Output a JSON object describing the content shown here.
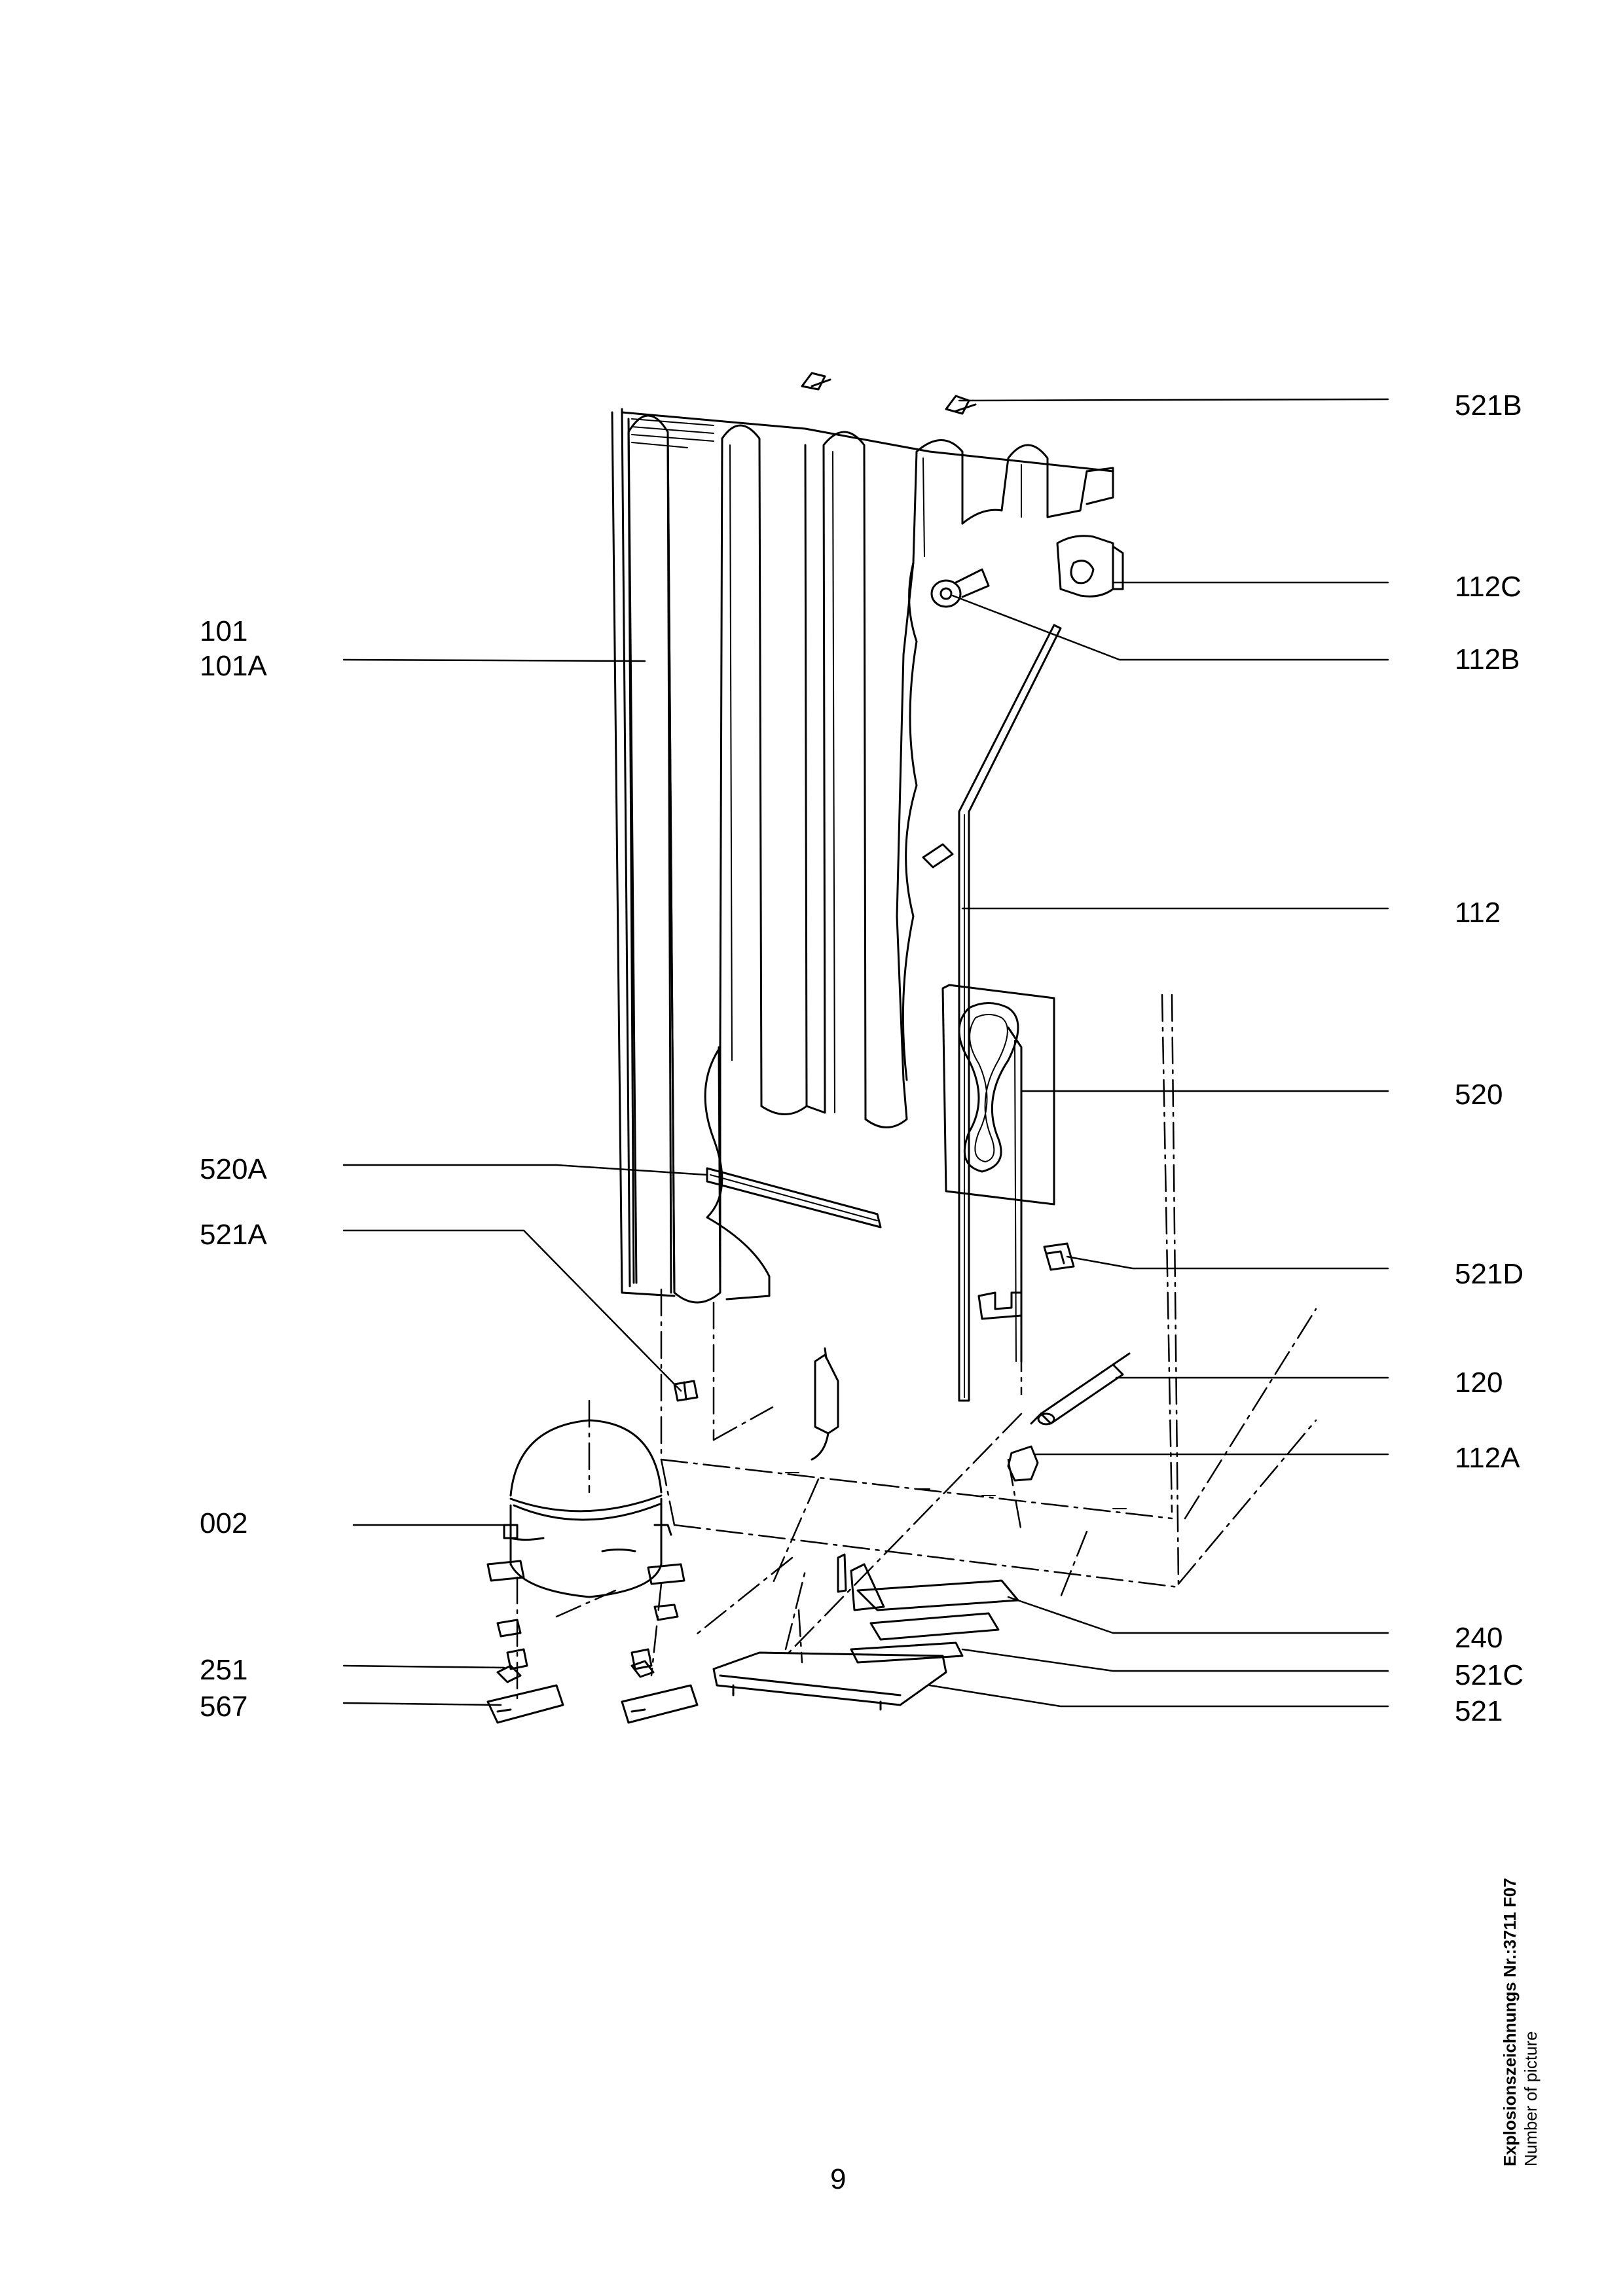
{
  "labels": {
    "l521B": "521B",
    "l112C": "112C",
    "l101": "101",
    "l101A": "101A",
    "l112B": "112B",
    "l112": "112",
    "l520": "520",
    "l520A": "520A",
    "l521A": "521A",
    "l521D": "521D",
    "l120": "120",
    "l112A": "112A",
    "l002": "002",
    "l240": "240",
    "l251": "251",
    "l521C": "521C",
    "l567": "567",
    "l521": "521"
  },
  "page_number": "9",
  "caption": {
    "title": "Explosionszeichnungs Nr.:3711 F07",
    "subtitle": "Number of picture"
  }
}
